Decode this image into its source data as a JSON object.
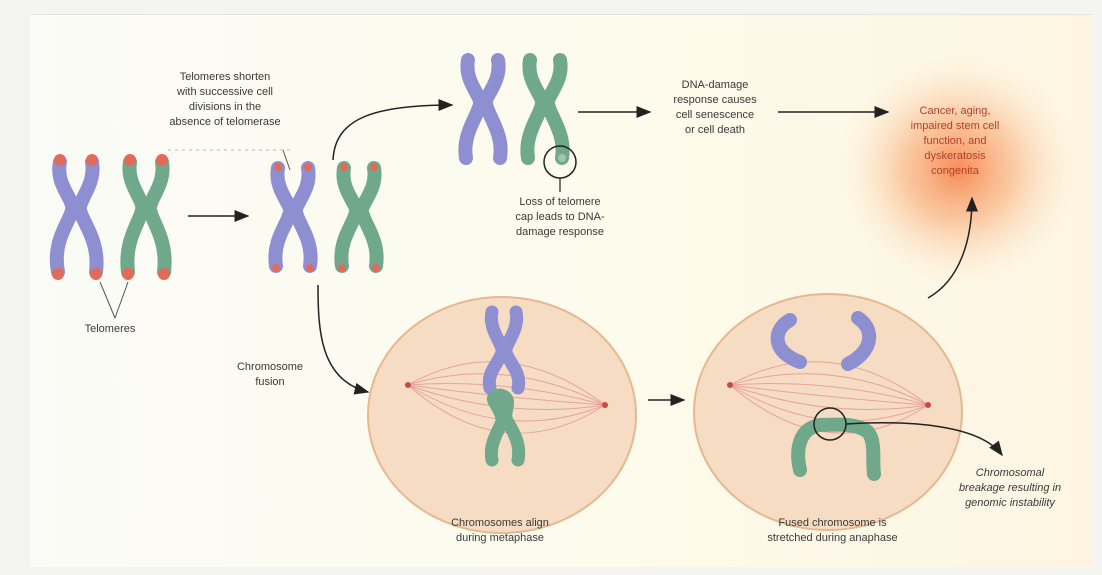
{
  "colors": {
    "telomere": "#e06b5a",
    "chromosome_purple": "#8d8fd0",
    "chromosome_green": "#6fa88a",
    "cell_fill": "#f6dcc2",
    "cell_stroke": "#e6b892",
    "spindle": "#e7a2a0",
    "cancer_glow": "#f48a5c",
    "arrow": "#222222"
  },
  "labels": {
    "telomeres": "Telomeres",
    "telomeres_shorten": "Telomeres shorten\nwith successive cell\ndivisions in the\nabsence of telomerase",
    "loss_of_telomere": "Loss of telomere\ncap leads to DNA-\ndamage response",
    "dna_damage": "DNA-damage\nresponse causes\ncell senescence\nor cell death",
    "cancer": "Cancer, aging,\nimpaired stem cell\nfunction, and\ndyskeratosis\ncongenita",
    "chromosome_fusion": "Chromosome\nfusion",
    "align_metaphase": "Chromosomes align\nduring metaphase",
    "fused_anaphase": "Fused chromosome is\nstretched during anaphase",
    "breakage": "Chromosomal\nbreakage resulting in\ngenomic instability"
  }
}
